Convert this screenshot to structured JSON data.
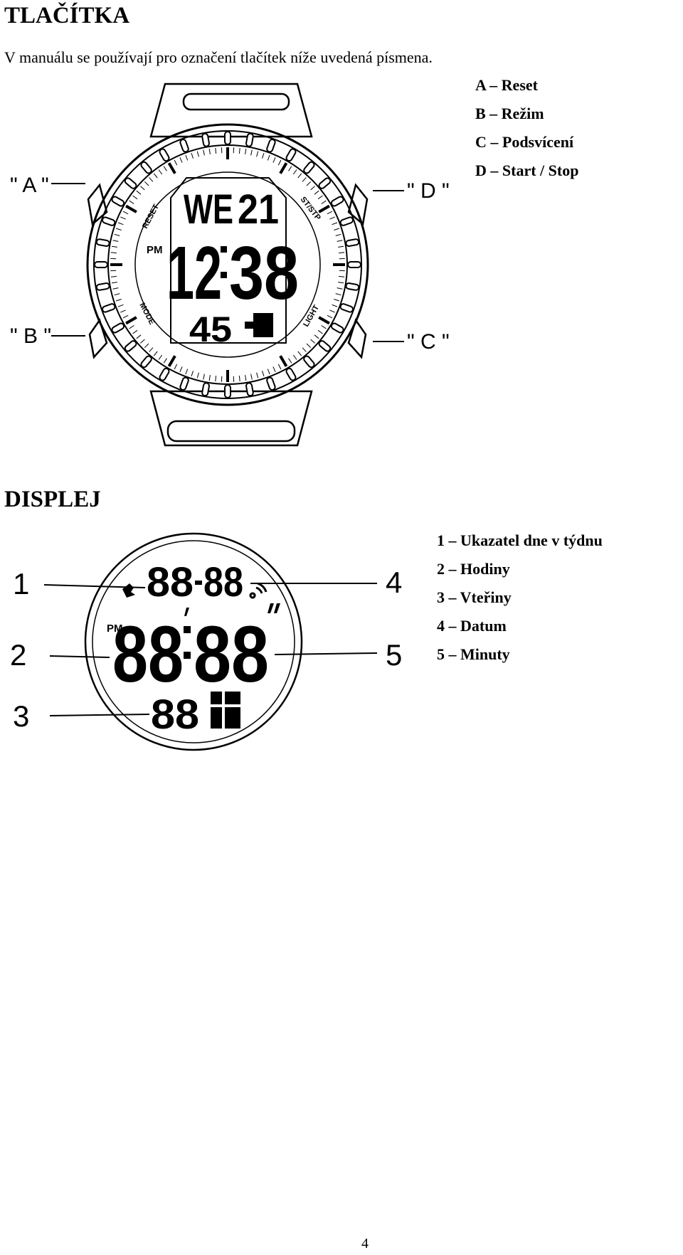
{
  "buttons_section": {
    "title": "TLAČÍTKA",
    "intro": "V manuálu se používají pro označení tlačítek níže uvedená písmena.",
    "callouts": {
      "a": "\" A \"",
      "b": "\" B \"",
      "c": "\" C \"",
      "d": "\" D \""
    },
    "legend": [
      "A – Reset",
      "B – Režim",
      "C – Podsvícení",
      "D – Start / Stop"
    ],
    "watch": {
      "day": "WE",
      "date": "21",
      "ampm": "PM",
      "hours": "12",
      "minutes": "38",
      "seconds": "45",
      "ring_labels": {
        "reset": "RESET",
        "mode": "MODE",
        "ststp": "ST/STP",
        "light": "LIGHT"
      }
    }
  },
  "display_section": {
    "title": "DISPLEJ",
    "callout_numbers": [
      "1",
      "2",
      "3",
      "4",
      "5"
    ],
    "legend": [
      "1 – Ukazatel dne v týdnu",
      "2 – Hodiny",
      "3 – Vteřiny",
      "4 – Datum",
      "5 – Minuty"
    ],
    "lcd": {
      "top_left": "88",
      "top_right": "88",
      "ampm": "PM",
      "hours": "88",
      "minutes": "88",
      "seconds": "88"
    }
  },
  "page_number": "4"
}
